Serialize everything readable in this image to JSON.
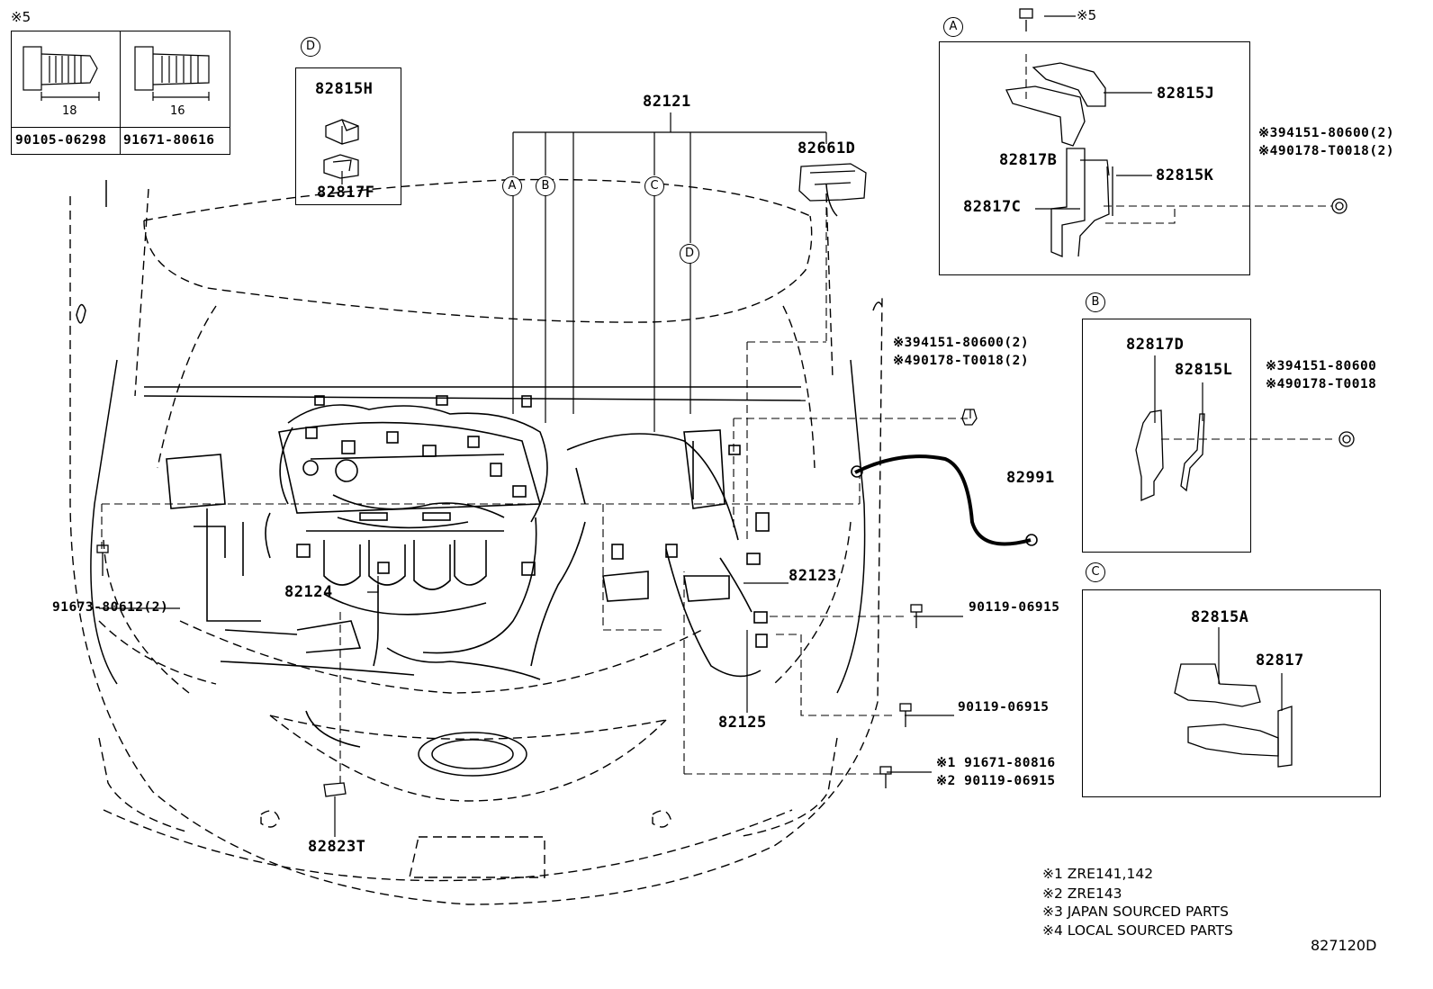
{
  "fastener_table": {
    "mark": "※5",
    "cols": [
      {
        "dim": "18",
        "part": "90105-06298"
      },
      {
        "dim": "16",
        "part": "91671-80616"
      }
    ]
  },
  "detail_d": {
    "callout": "D",
    "parts": [
      "82815H",
      "82817F"
    ]
  },
  "detail_a": {
    "callout": "A",
    "mark": "※5",
    "parts": [
      "82815J",
      "82817B",
      "82815K",
      "82817C"
    ],
    "side_notes": [
      "※394151-80600(2)",
      "※490178-T0018(2)"
    ]
  },
  "detail_b": {
    "callout": "B",
    "parts": [
      "82817D",
      "82815L"
    ],
    "side_notes": [
      "※394151-80600",
      "※490178-T0018"
    ]
  },
  "detail_c": {
    "callout": "C",
    "parts": [
      "82815A",
      "82817"
    ]
  },
  "main": {
    "harness_label": "82121",
    "branch_callouts": [
      "A",
      "B",
      "C",
      "D"
    ],
    "labels": {
      "bracket_top": "82661D",
      "mid_notes": [
        "※394151-80600(2)",
        "※490178-T0018(2)"
      ],
      "cable": "82991",
      "p82123": "82123",
      "p82124": "82124",
      "p82125": "82125",
      "p82823T": "82823T",
      "left_bolt": "91673-80612(2)",
      "bolt1": "90119-06915",
      "bolt2": "90119-06915",
      "bottom_bolt_notes": [
        "※1 91671-80816",
        "※2 90119-06915"
      ]
    }
  },
  "footnotes": [
    "※1 ZRE141,142",
    "※2 ZRE143",
    "※3 JAPAN SOURCED PARTS",
    "※4 LOCAL SOURCED PARTS"
  ],
  "diagram_id": "827120D"
}
